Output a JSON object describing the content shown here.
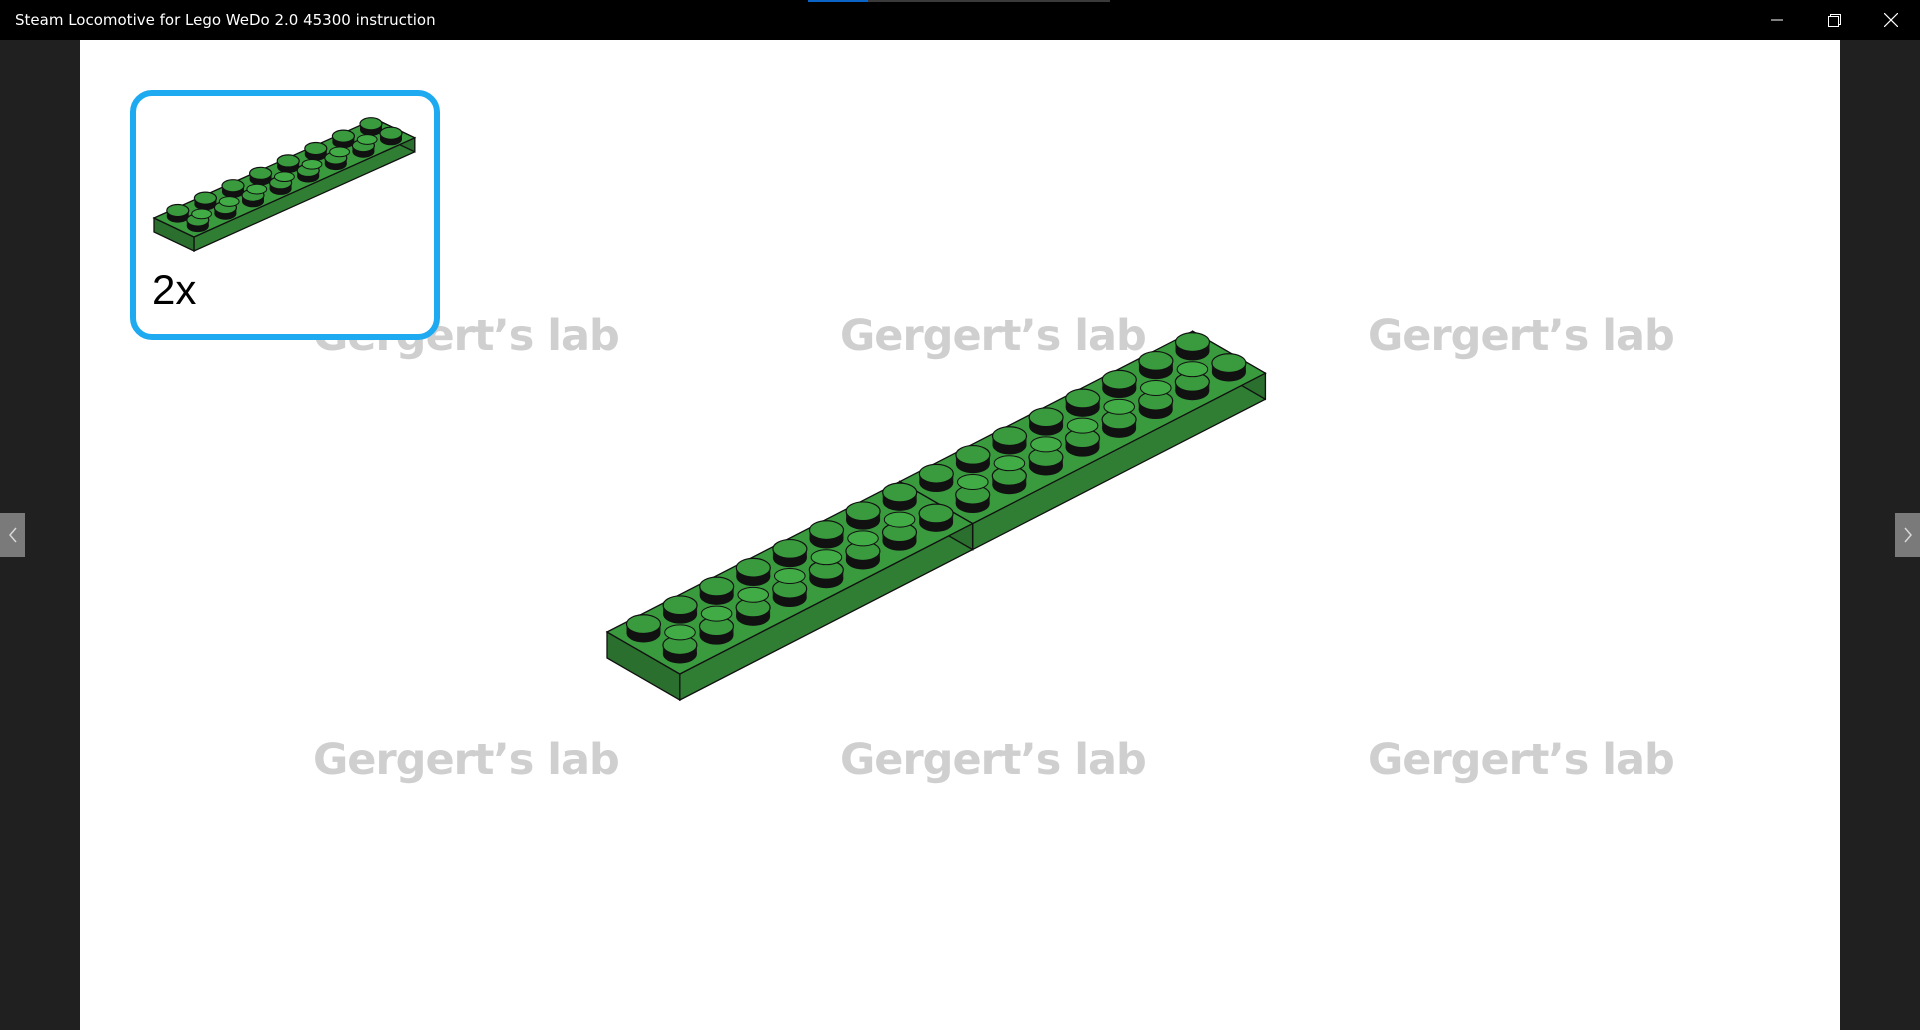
{
  "window": {
    "title": "Steam Locomotive for Lego WeDo 2.0 45300 instruction",
    "progress_fraction": 0.2,
    "controls": {
      "minimize_icon": "minimize-icon",
      "restore_icon": "restore-icon",
      "close_icon": "close-icon"
    }
  },
  "page": {
    "watermark_text": "Gergert’s lab",
    "callout": {
      "quantity": "2x",
      "part_color": "#3a9a3e",
      "border_color": "#1eaaf0"
    },
    "assembly": {
      "part_color": "#3a9a3e"
    }
  },
  "navigation": {
    "previous_icon": "chevron-left-icon",
    "next_icon": "chevron-right-icon"
  }
}
